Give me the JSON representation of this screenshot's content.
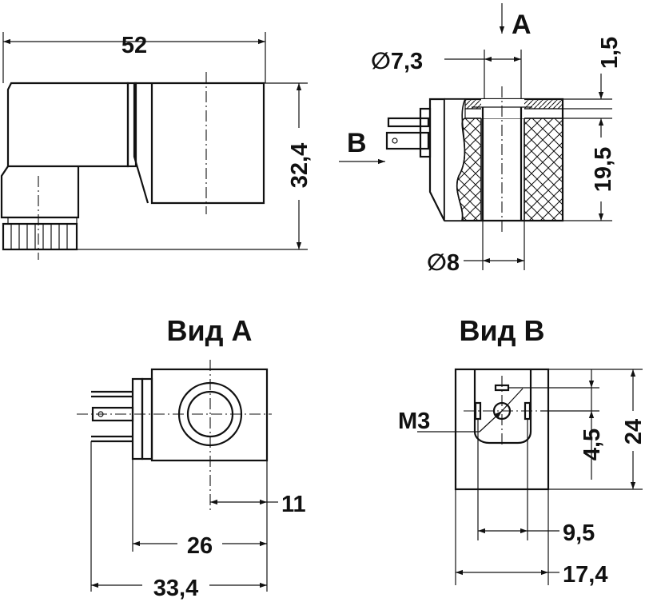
{
  "views": {
    "side": {
      "dims": {
        "length": "52",
        "height": "32,4"
      }
    },
    "section": {
      "labels": {
        "view_a": "A",
        "view_b": "B"
      },
      "dims": {
        "inner_dia": "∅7,3",
        "top": "1,5",
        "height": "19,5",
        "outer_dia": "∅8"
      }
    },
    "view_a": {
      "title": "Вид А",
      "dims": {
        "offset": "11",
        "body_width": "26",
        "total_width": "33,4"
      }
    },
    "view_b": {
      "title": "Вид В",
      "thread_label": "M3",
      "dims": {
        "pin_offset": "4,5",
        "height": "24",
        "pin_spacing": "9,5",
        "width": "17,4"
      }
    }
  }
}
